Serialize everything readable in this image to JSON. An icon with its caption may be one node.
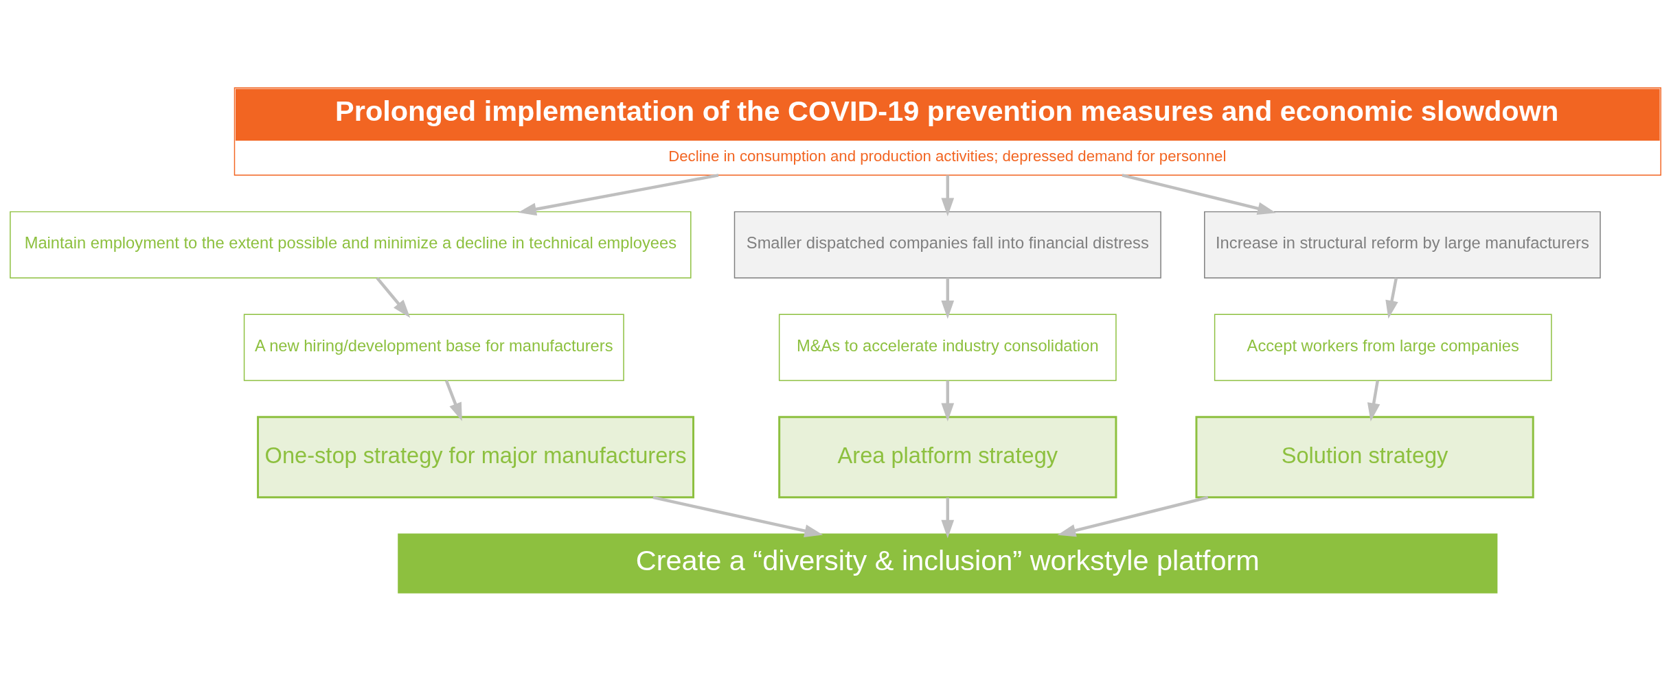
{
  "diagram": {
    "nodes": [
      {
        "text": [
          "Prolonged implementation of the COVID-19 prevention measures and economic slowdown",
          "Decline in consumption and production activities; depressed demand for personnel"
        ]
      },
      {
        "text": [
          "Maintain employment to the extent possible and minimize a decline in technical employees"
        ]
      },
      {
        "text": [
          "Smaller dispatched companies fall into financial distress"
        ]
      },
      {
        "text": [
          "Increase in structural reform by large manufacturers"
        ]
      },
      {
        "text": [
          "A new hiring/development base for manufacturers"
        ]
      },
      {
        "text": [
          "M&As to accelerate industry consolidation"
        ]
      },
      {
        "text": [
          "Accept workers from large companies"
        ]
      },
      {
        "text": [
          "One-stop strategy for major manufacturers"
        ]
      },
      {
        "text": [
          "Area platform strategy"
        ]
      },
      {
        "text": [
          "Solution strategy"
        ]
      },
      {
        "text": [
          "Create a “diversity & inclusion” workstyle platform"
        ]
      }
    ],
    "edges": [
      {
        "from": 0,
        "to": 1,
        "arrow": "to"
      },
      {
        "from": 0,
        "to": 2,
        "arrow": "to"
      },
      {
        "from": 0,
        "to": 3,
        "arrow": "to"
      },
      {
        "from": 1,
        "to": 4,
        "arrow": "to"
      },
      {
        "from": 2,
        "to": 5,
        "arrow": "to"
      },
      {
        "from": 3,
        "to": 6,
        "arrow": "to"
      },
      {
        "from": 4,
        "to": 7,
        "arrow": "to"
      },
      {
        "from": 5,
        "to": 8,
        "arrow": "to"
      },
      {
        "from": 6,
        "to": 9,
        "arrow": "to"
      },
      {
        "from": 7,
        "to": 10,
        "arrow": "to"
      },
      {
        "from": 8,
        "to": 10,
        "arrow": "to"
      },
      {
        "from": 9,
        "to": 10,
        "arrow": "to"
      }
    ]
  }
}
